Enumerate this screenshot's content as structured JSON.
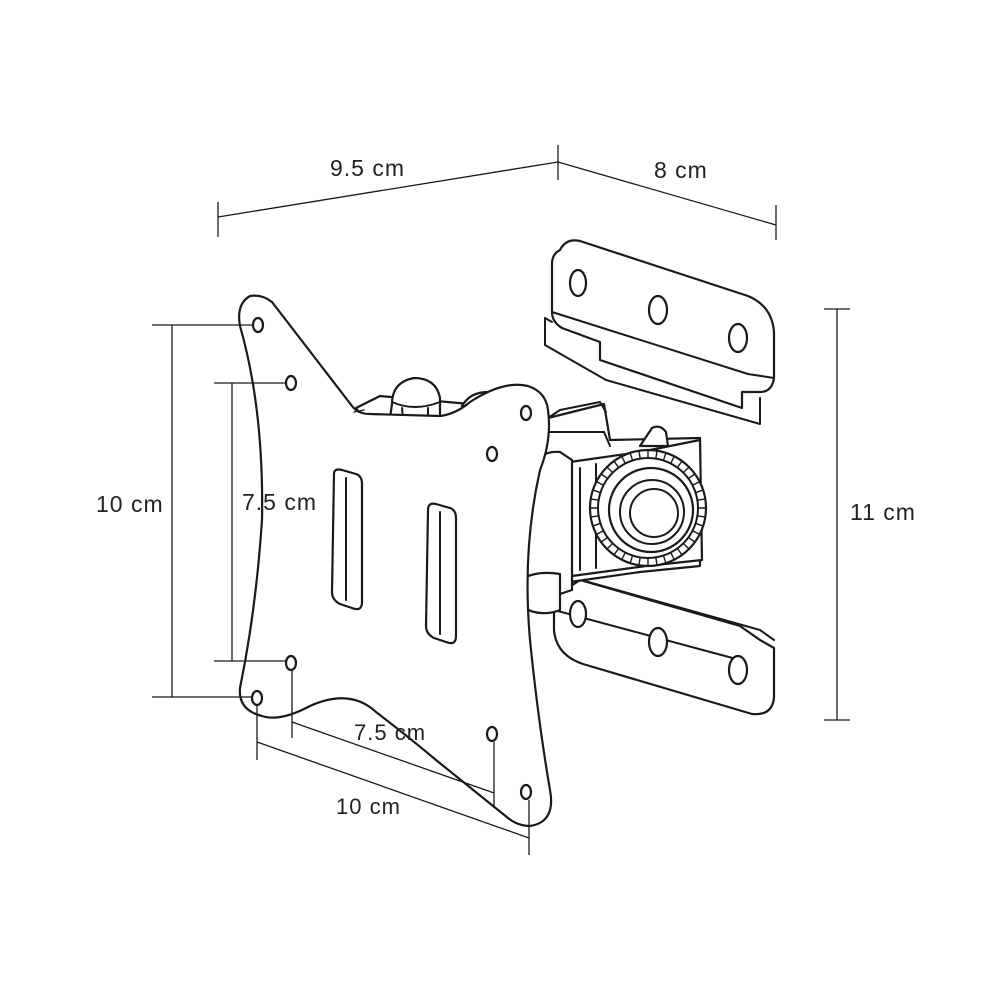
{
  "dimensions": {
    "depth_top_left": "9.5 cm",
    "depth_top_right": "8 cm",
    "plate_outer_height": "10 cm",
    "plate_inner_height": "7.5 cm",
    "plate_inner_width": "7.5 cm",
    "plate_outer_width": "10 cm",
    "wall_plate_height": "11 cm"
  },
  "colors": {
    "line": "#1a1a1a",
    "background": "#ffffff",
    "text": "#222222"
  }
}
